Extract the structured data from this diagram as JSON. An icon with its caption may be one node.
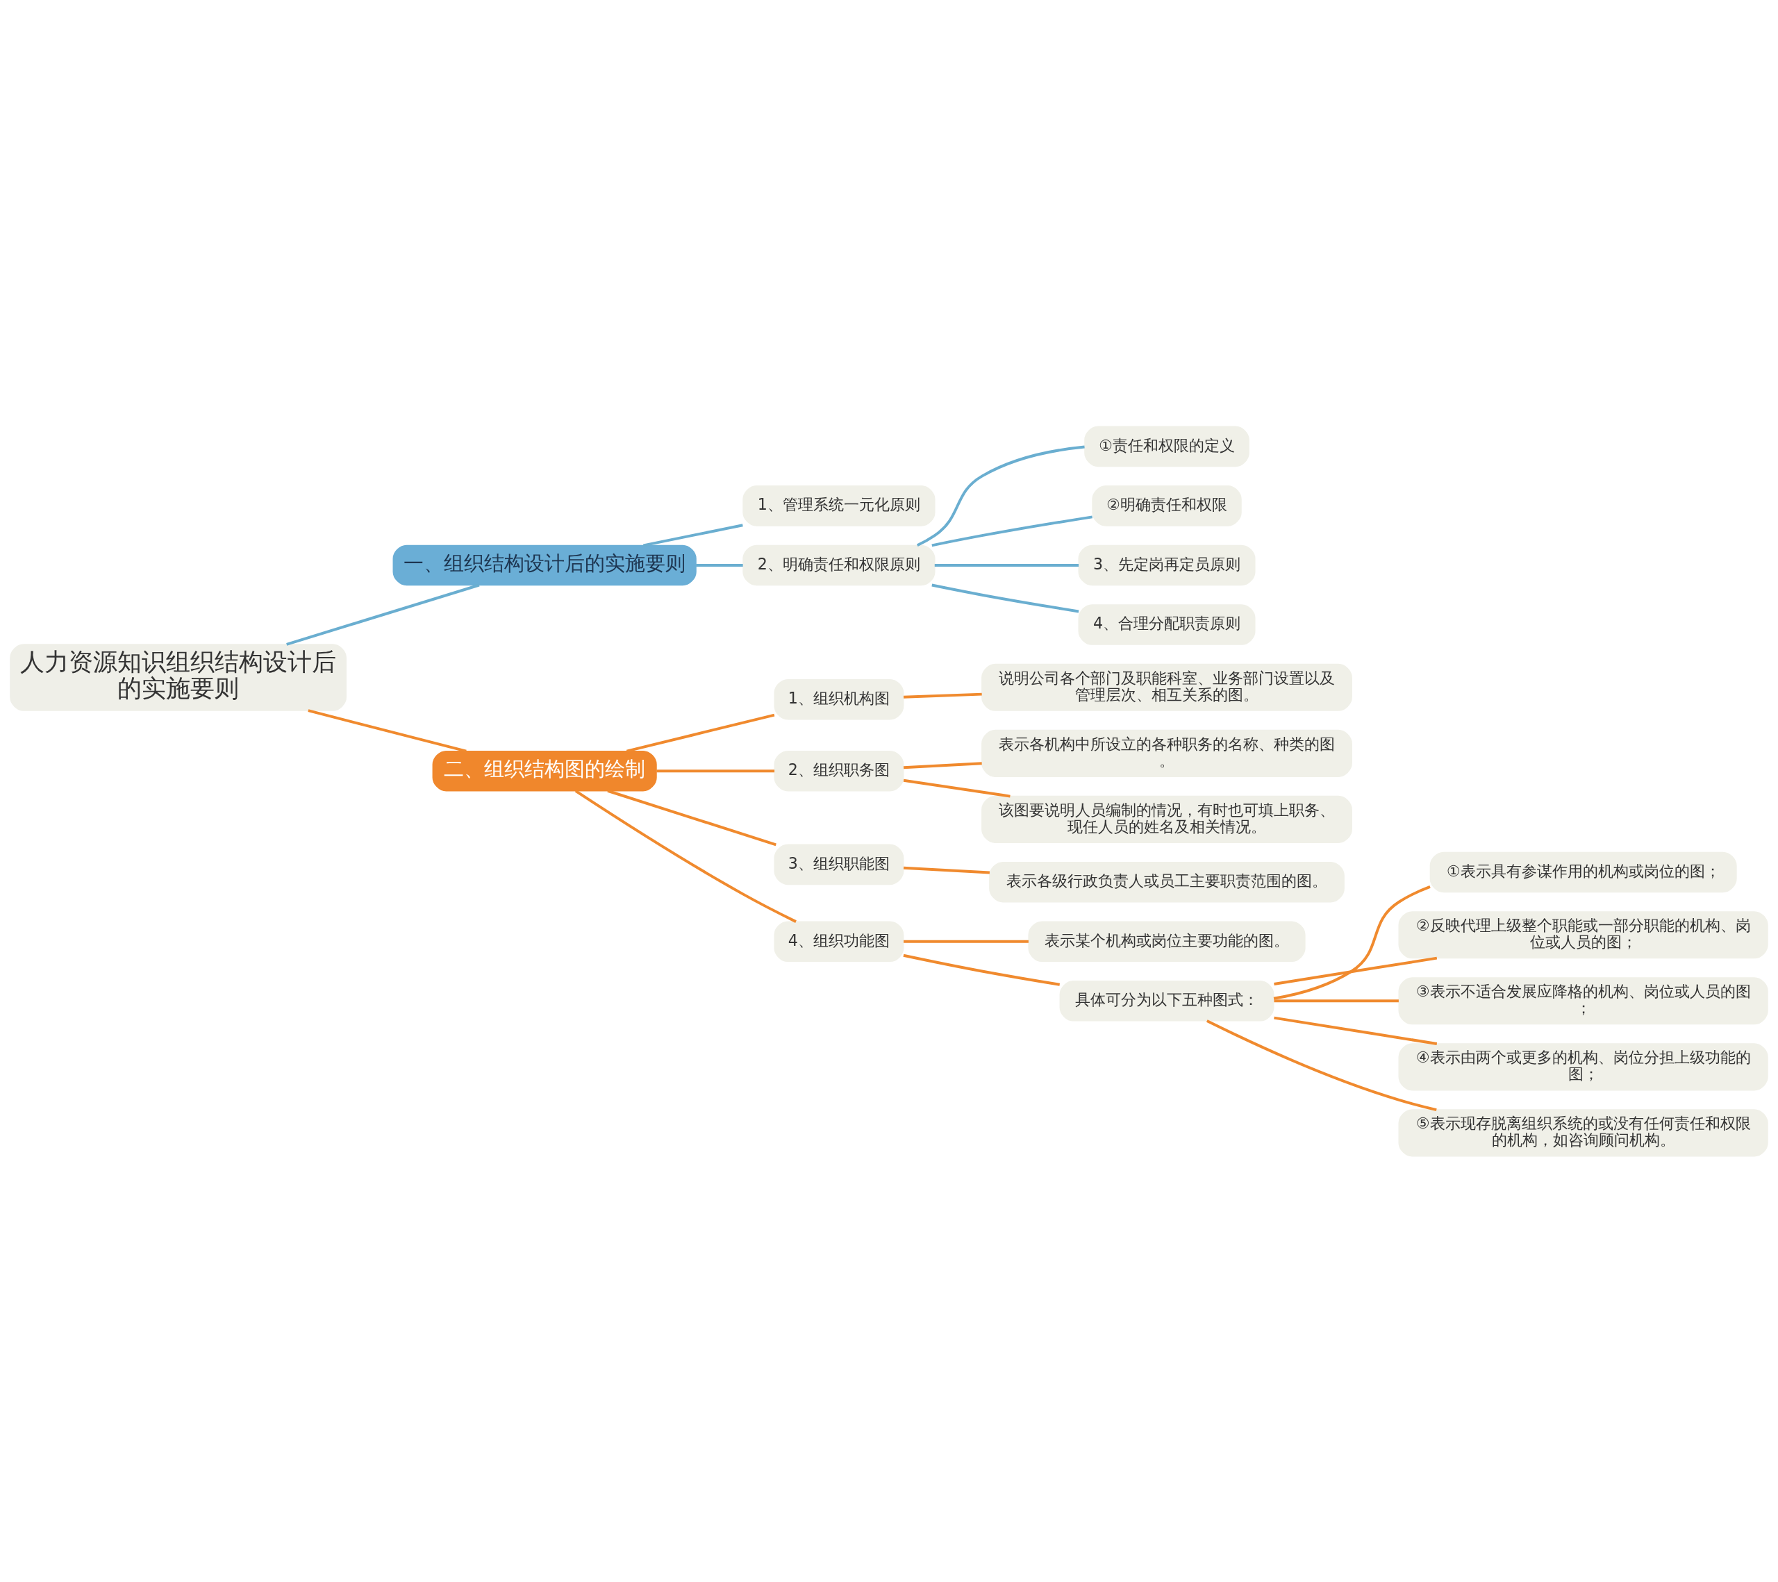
{
  "diagram": {
    "nodes": [
      {
        "text": [
          "人力资源知识组织结构设计后的实施要则"
        ]
      },
      {
        "text": [
          "一、组织结构设计后的实施要则"
        ]
      },
      {
        "text": [
          "1、管理系统一元化原则"
        ]
      },
      {
        "text": [
          "2、明确责任和权限原则"
        ]
      },
      {
        "text": [
          "①责任和权限的定义"
        ]
      },
      {
        "text": [
          "②明确责任和权限"
        ]
      },
      {
        "text": [
          "3、先定岗再定员原则"
        ]
      },
      {
        "text": [
          "4、合理分配职责原则"
        ]
      },
      {
        "text": [
          "二、组织结构图的绘制"
        ]
      },
      {
        "text": [
          "1、组织机构图"
        ]
      },
      {
        "text": [
          "说明公司各个部门及职能科室、业务部门设置以及管理层次、相互关系的图。"
        ]
      },
      {
        "text": [
          "2、组织职务图"
        ]
      },
      {
        "text": [
          "表示各机构中所设立的各种职务的名称、种类的图。"
        ]
      },
      {
        "text": [
          "该图要说明人员编制的情况，有时也可填上职务、现任人员的姓名及相关情况。"
        ]
      },
      {
        "text": [
          "3、组织职能图"
        ]
      },
      {
        "text": [
          "表示各级行政负责人或员工主要职责范围的图。"
        ]
      },
      {
        "text": [
          "4、组织功能图"
        ]
      },
      {
        "text": [
          "表示某个机构或岗位主要功能的图。"
        ]
      },
      {
        "text": [
          "具体可分为以下五种图式："
        ]
      },
      {
        "text": [
          "①表示具有参谋作用的机构或岗位的图；"
        ]
      },
      {
        "text": [
          "②反映代理上级整个职能或一部分职能的机构、岗位或人员的图；"
        ]
      },
      {
        "text": [
          "③表示不适合发展应降格的机构、岗位或人员的图；"
        ]
      },
      {
        "text": [
          "④表示由两个或更多的机构、岗位分担上级功能的图；"
        ]
      },
      {
        "text": [
          "⑤表示现存脱离组织系统的或没有任何责任和权限的机构，如咨询顾问机构。"
        ]
      }
    ],
    "edges": [
      {
        "from": 0,
        "to": 1,
        "arrow": "none",
        "color": "#6aaed0"
      },
      {
        "from": 1,
        "to": 2,
        "arrow": "none",
        "color": "#6aaed0"
      },
      {
        "from": 1,
        "to": 3,
        "arrow": "none",
        "color": "#6aaed0"
      },
      {
        "from": 3,
        "to": 4,
        "arrow": "none",
        "color": "#6aaed0"
      },
      {
        "from": 3,
        "to": 5,
        "arrow": "none",
        "color": "#6aaed0"
      },
      {
        "from": 3,
        "to": 6,
        "arrow": "none",
        "color": "#6aaed0"
      },
      {
        "from": 3,
        "to": 7,
        "arrow": "none",
        "color": "#6aaed0"
      },
      {
        "from": 0,
        "to": 8,
        "arrow": "none"
      },
      {
        "from": 8,
        "to": 9,
        "arrow": "none"
      },
      {
        "from": 9,
        "to": 10,
        "arrow": "none"
      },
      {
        "from": 8,
        "to": 11,
        "arrow": "none"
      },
      {
        "from": 11,
        "to": 12,
        "arrow": "none"
      },
      {
        "from": 11,
        "to": 13,
        "arrow": "none"
      },
      {
        "from": 8,
        "to": 14,
        "arrow": "none"
      },
      {
        "from": 14,
        "to": 15,
        "arrow": "none"
      },
      {
        "from": 8,
        "to": 16,
        "arrow": "none"
      },
      {
        "from": 16,
        "to": 17,
        "arrow": "none"
      },
      {
        "from": 16,
        "to": 18,
        "arrow": "none"
      },
      {
        "from": 18,
        "to": 19,
        "arrow": "none"
      },
      {
        "from": 18,
        "to": 20,
        "arrow": "none"
      },
      {
        "from": 18,
        "to": 21,
        "arrow": "none"
      },
      {
        "from": 18,
        "to": 22,
        "arrow": "none"
      },
      {
        "from": 18,
        "to": 23,
        "arrow": "none"
      }
    ]
  }
}
